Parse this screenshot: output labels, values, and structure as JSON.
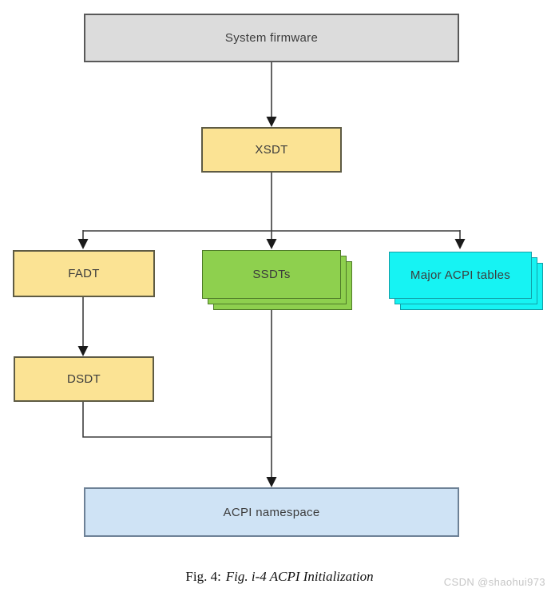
{
  "diagram": {
    "nodes": {
      "system_firmware": {
        "label": "System firmware",
        "fill": "#dcdcdc",
        "border": "#595959"
      },
      "xsdt": {
        "label": "XSDT",
        "fill": "#fbe394",
        "border": "#5e5b44"
      },
      "fadt": {
        "label": "FADT",
        "fill": "#fbe394",
        "border": "#5e5b44"
      },
      "ssdts": {
        "label": "SSDTs",
        "fill": "#8ed04e",
        "border": "#4e7a28"
      },
      "major_acpi_tables": {
        "label": "Major ACPI tables",
        "fill": "#16f3f3",
        "border": "#12a0a8"
      },
      "dsdt": {
        "label": "DSDT",
        "fill": "#fbe394",
        "border": "#5e5b44"
      },
      "acpi_namespace": {
        "label": "ACPI namespace",
        "fill": "#cfe3f5",
        "border": "#6d8196"
      }
    },
    "connector_color": "#3d3d3d",
    "arrow_color": "#1a1a1a"
  },
  "caption": {
    "prefix": "Fig. 4:",
    "title": "Fig. i-4 ACPI Initialization"
  },
  "watermark": {
    "text": "CSDN @shaohui973"
  }
}
